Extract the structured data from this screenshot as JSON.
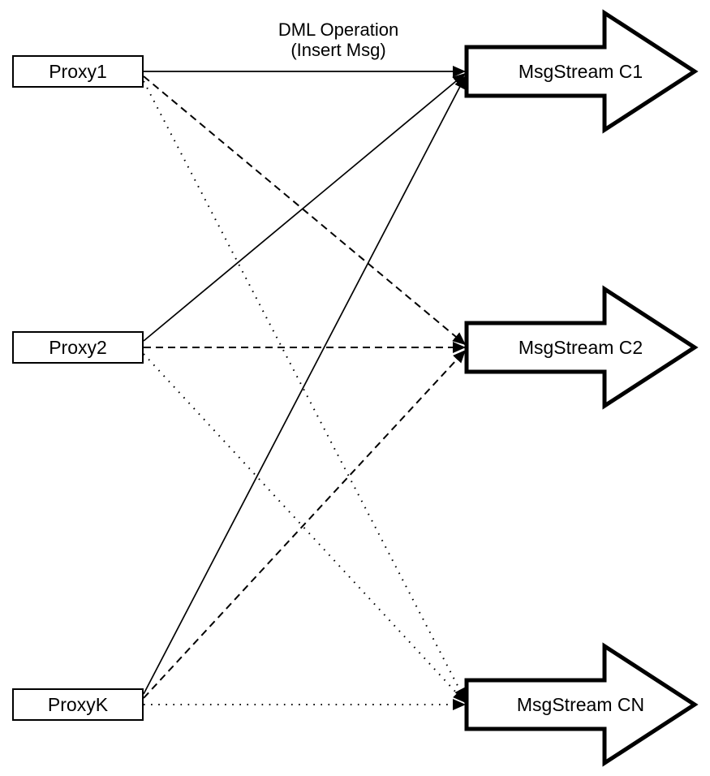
{
  "diagram": {
    "title": {
      "line1": "DML Operation",
      "line2": "(Insert Msg)"
    },
    "proxies": [
      {
        "label": "Proxy1"
      },
      {
        "label": "Proxy2"
      },
      {
        "label": "ProxyK"
      }
    ],
    "streams": [
      {
        "label": "MsgStream C1",
        "edge_style": "solid"
      },
      {
        "label": "MsgStream C2",
        "edge_style": "dashed"
      },
      {
        "label": "MsgStream CN",
        "edge_style": "dotted"
      }
    ],
    "edges": [
      {
        "from": "Proxy1",
        "to": "MsgStream C1",
        "style": "solid"
      },
      {
        "from": "Proxy2",
        "to": "MsgStream C1",
        "style": "solid"
      },
      {
        "from": "ProxyK",
        "to": "MsgStream C1",
        "style": "solid"
      },
      {
        "from": "Proxy1",
        "to": "MsgStream C2",
        "style": "dashed"
      },
      {
        "from": "Proxy2",
        "to": "MsgStream C2",
        "style": "dashed"
      },
      {
        "from": "ProxyK",
        "to": "MsgStream C2",
        "style": "dashed"
      },
      {
        "from": "Proxy1",
        "to": "MsgStream CN",
        "style": "dotted"
      },
      {
        "from": "Proxy2",
        "to": "MsgStream CN",
        "style": "dotted"
      },
      {
        "from": "ProxyK",
        "to": "MsgStream CN",
        "style": "dotted"
      }
    ],
    "colors": {
      "stroke": "#000000",
      "fill": "#ffffff",
      "background": "#ffffff"
    }
  }
}
